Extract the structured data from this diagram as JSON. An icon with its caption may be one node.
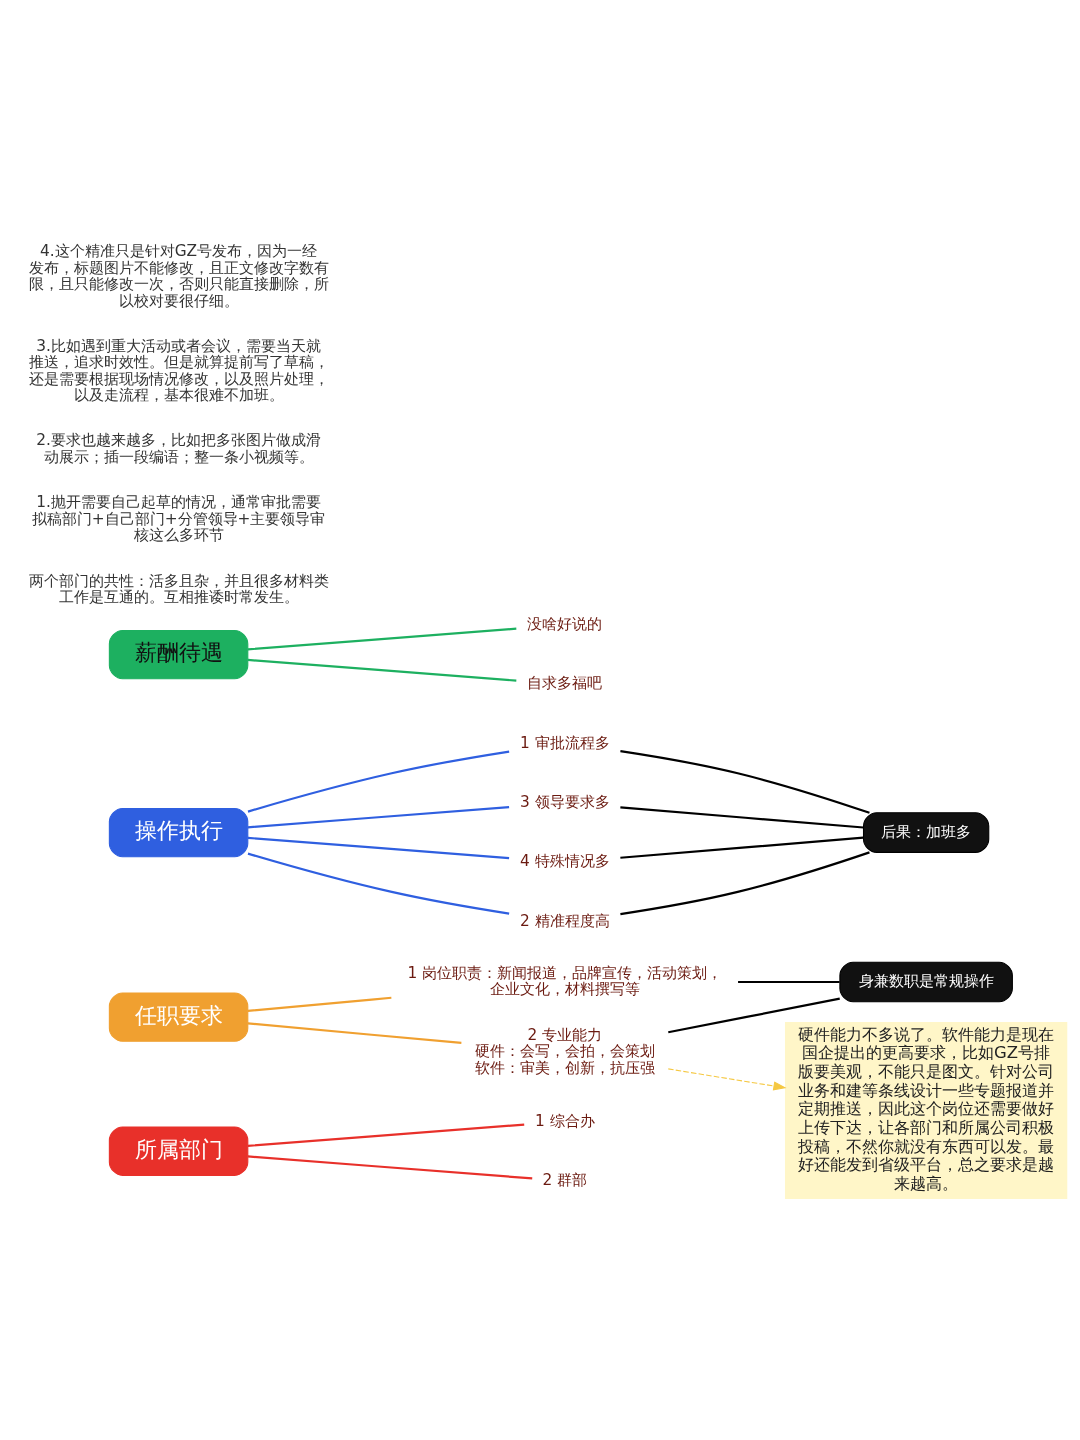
{
  "diagram": {
    "nodes": [
      {
        "text": [
          "所属部门"
        ]
      },
      {
        "text": [
          "1 综合办"
        ]
      },
      {
        "text": [
          "2 群部"
        ]
      },
      {
        "text": [
          "任职要求"
        ]
      },
      {
        "text": [
          "1 岗位职责：新闻报道，品牌宣传，活动策划，企业文化，材料撰写等"
        ]
      },
      {
        "text": [
          "2 专业能力",
          "硬件：会写，会拍，会策划",
          "软件：审美，创新，抗压强"
        ]
      },
      {
        "text": [
          "身兼数职是常规操作"
        ]
      },
      {
        "text": [
          "操作执行"
        ]
      },
      {
        "text": [
          "1 审批流程多"
        ]
      },
      {
        "text": [
          "3 领导要求多"
        ]
      },
      {
        "text": [
          "4 特殊情况多"
        ]
      },
      {
        "text": [
          "2 精准程度高"
        ]
      },
      {
        "text": [
          "后果：加班多"
        ]
      },
      {
        "text": [
          "薪酬待遇"
        ]
      },
      {
        "text": [
          "没啥好说的"
        ]
      },
      {
        "text": [
          "自求多福吧"
        ]
      },
      {
        "text": [
          "硬件能力不多说了。软件能力是现在国企提出的更高要求，比如GZ号排版要美观，不能只是图文。针对公司业务和建等条线设计一些专题报道并定期推送，因此这个岗位还需要做好上传下达，让各部门和所属公司积极投稿，不然你就没有东西可以发。最好还能发到省级平台，总之要求是越来越高。"
        ]
      }
    ],
    "edges": [
      {
        "from": 0,
        "to": 1,
        "arrow": "none",
        "color": "#e8302a"
      },
      {
        "from": 0,
        "to": 2,
        "arrow": "none",
        "color": "#e8302a"
      },
      {
        "from": 3,
        "to": 4,
        "arrow": "none",
        "color": "#f0a030"
      },
      {
        "from": 3,
        "to": 5,
        "arrow": "none",
        "color": "#f0a030"
      },
      {
        "from": 4,
        "to": 6,
        "arrow": "none"
      },
      {
        "from": 5,
        "to": 6,
        "arrow": "none"
      },
      {
        "from": 5,
        "to": 16,
        "arrow": "to",
        "style": "dashed",
        "color": "#f5c842"
      },
      {
        "from": 7,
        "to": 8,
        "arrow": "none",
        "color": "#2f5fe0"
      },
      {
        "from": 7,
        "to": 9,
        "arrow": "none",
        "color": "#2f5fe0"
      },
      {
        "from": 7,
        "to": 10,
        "arrow": "none",
        "color": "#2f5fe0"
      },
      {
        "from": 7,
        "to": 11,
        "arrow": "none",
        "color": "#2f5fe0"
      },
      {
        "from": 8,
        "to": 12,
        "arrow": "none"
      },
      {
        "from": 9,
        "to": 12,
        "arrow": "none"
      },
      {
        "from": 10,
        "to": 12,
        "arrow": "none"
      },
      {
        "from": 11,
        "to": 12,
        "arrow": "none"
      },
      {
        "from": 13,
        "to": 14,
        "arrow": "none",
        "color": "#1db060"
      },
      {
        "from": 13,
        "to": 15,
        "arrow": "none",
        "color": "#1db060"
      }
    ],
    "labels": [
      "两个部门的共性：活多且杂，并且很多材料类工作是互通的。互相推诿时常发生。",
      "1.抛开需要自己起草的情况，通常审批需要拟稿部门+自己部门+分管领导+主要领导审核这么多环节",
      "2.要求也越来越多，比如把多张图片做成滑动展示；插一段编语；整一条小视频等。",
      "3.比如遇到重大活动或者会议，需要当天就推送，追求时效性。但是就算提前写了草稿，还是需要根据现场情况修改，以及照片处理，以及走流程，基本很难不加班。",
      "4.这个精准只是针对GZ号发布，因为一经发布，标题图片不能修改，且正文修改字数有限，且只能修改一次，否则只能直接删除，所以校对要很仔细。"
    ]
  }
}
